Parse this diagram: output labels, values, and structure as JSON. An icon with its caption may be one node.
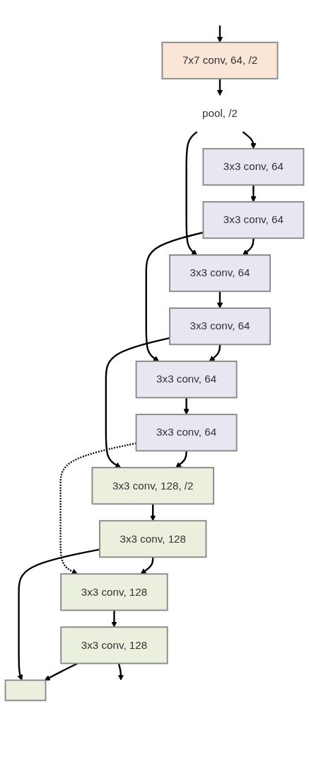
{
  "diagram": {
    "nodes": [
      {
        "text": [
          "7x7 conv, 64, /2"
        ]
      },
      {
        "text": [
          "pool, /2"
        ]
      },
      {
        "text": [
          "3x3 conv, 64"
        ]
      },
      {
        "text": [
          "3x3 conv, 64"
        ]
      },
      {
        "text": [
          "3x3 conv, 64"
        ]
      },
      {
        "text": [
          "3x3 conv, 64"
        ]
      },
      {
        "text": [
          "3x3 conv, 64"
        ]
      },
      {
        "text": [
          "3x3 conv, 64"
        ]
      },
      {
        "text": [
          "3x3 conv, 128, /2"
        ]
      },
      {
        "text": [
          "3x3 conv, 128"
        ]
      },
      {
        "text": [
          "3x3 conv, 128"
        ]
      },
      {
        "text": [
          "3x3 conv, 128"
        ]
      },
      {
        "text": [],
        "shape": "box"
      }
    ],
    "edges": [
      {
        "from": null,
        "to": 0,
        "arrow": "to"
      },
      {
        "from": 0,
        "to": 1,
        "arrow": "to"
      },
      {
        "from": 1,
        "to": 2,
        "arrow": "to"
      },
      {
        "from": 2,
        "to": 3,
        "arrow": "to"
      },
      {
        "from": 3,
        "to": 4,
        "arrow": "to"
      },
      {
        "from": 4,
        "to": 5,
        "arrow": "to"
      },
      {
        "from": 5,
        "to": 6,
        "arrow": "to"
      },
      {
        "from": 6,
        "to": 7,
        "arrow": "to"
      },
      {
        "from": 7,
        "to": 8,
        "arrow": "to"
      },
      {
        "from": 8,
        "to": 9,
        "arrow": "to"
      },
      {
        "from": 9,
        "to": 10,
        "arrow": "to"
      },
      {
        "from": 10,
        "to": 11,
        "arrow": "to"
      },
      {
        "from": 11,
        "to": 12,
        "arrow": "to"
      },
      {
        "from": 1,
        "to": 4,
        "arrow": "to"
      },
      {
        "from": 3,
        "to": 6,
        "arrow": "to"
      },
      {
        "from": 5,
        "to": 8,
        "arrow": "to"
      },
      {
        "from": 7,
        "to": 10,
        "arrow": "to",
        "style": "dashed"
      },
      {
        "from": 9,
        "to": 12,
        "arrow": "to"
      },
      {
        "from": 11,
        "to": null,
        "arrow": "to"
      }
    ]
  }
}
